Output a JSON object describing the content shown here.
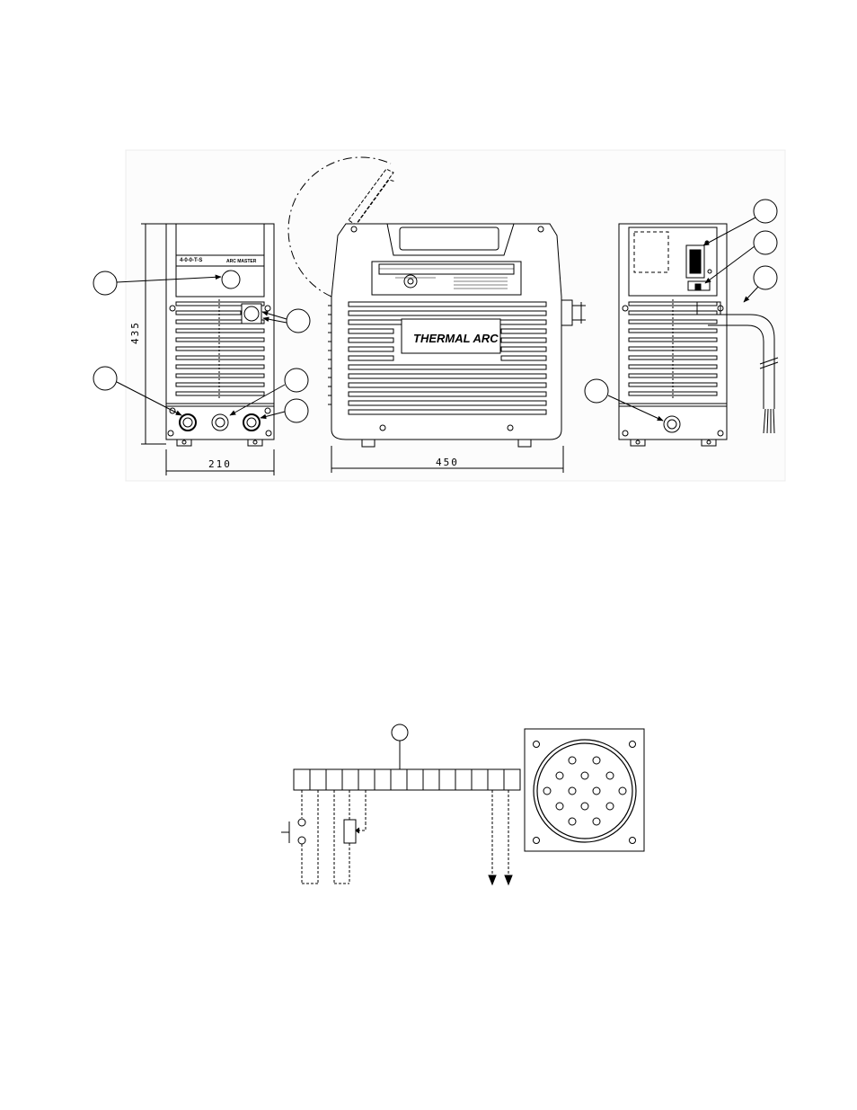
{
  "dimensions": {
    "height": "435",
    "front_width": "210",
    "side_width": "450"
  },
  "logos": {
    "front_model": "4-0-0-T-S",
    "front_brand": "ARC MASTER",
    "side_brand": "THERMAL ARC"
  },
  "connector": {
    "terminal_count": 14,
    "socket_pin_count": 14
  }
}
